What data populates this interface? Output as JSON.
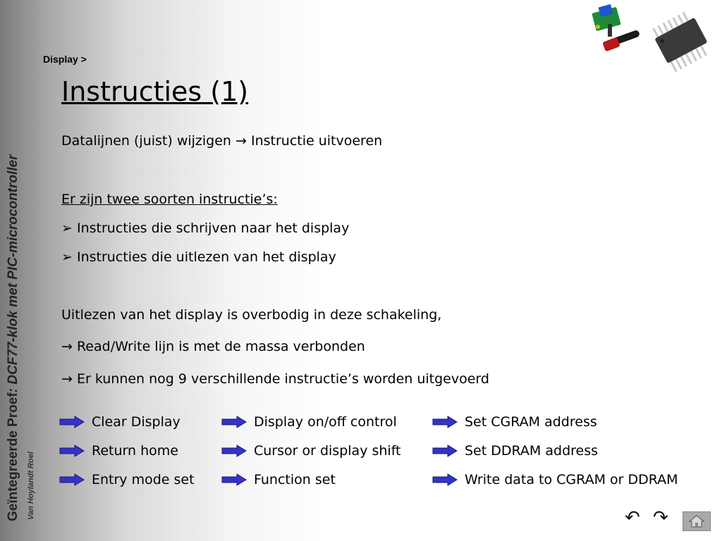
{
  "sidebar": {
    "title_bold": "Geïntegreerde Proef",
    "title_rest": ": DCF77-klok met PIC-microcontroller",
    "author": "Van Hoylandt Roel"
  },
  "breadcrumb": "Display >",
  "title": "Instructies (1)",
  "body": {
    "line1": "Datalijnen (juist) wijzigen → Instructie uitvoeren",
    "heading": "Er zijn twee soorten instructie’s:",
    "bullet1": "➢ Instructies die schrijven naar het display",
    "bullet2": "➢ Instructies die uitlezen van het display",
    "para1": "Uitlezen van het display is overbodig in deze schakeling,",
    "para2": "→ Read/Write lijn is met de massa verbonden",
    "para3": "→ Er kunnen nog 9 verschillende instructie’s worden uitgevoerd"
  },
  "instructions": [
    "Clear Display",
    "Return home",
    "Entry mode set",
    "Display on/off control",
    "Cursor or display shift",
    "Function set",
    "Set CGRAM address",
    "Set DDRAM address",
    "Write data to CGRAM or DDRAM"
  ],
  "nav": {
    "back_icon": "undo-arrow-icon",
    "forward_icon": "redo-arrow-icon",
    "home_icon": "home-icon",
    "back_glyph": "↶",
    "forward_glyph": "↷"
  },
  "colors": {
    "arrow_fill": "#3333cc",
    "arrow_stroke": "#1a1a66"
  }
}
